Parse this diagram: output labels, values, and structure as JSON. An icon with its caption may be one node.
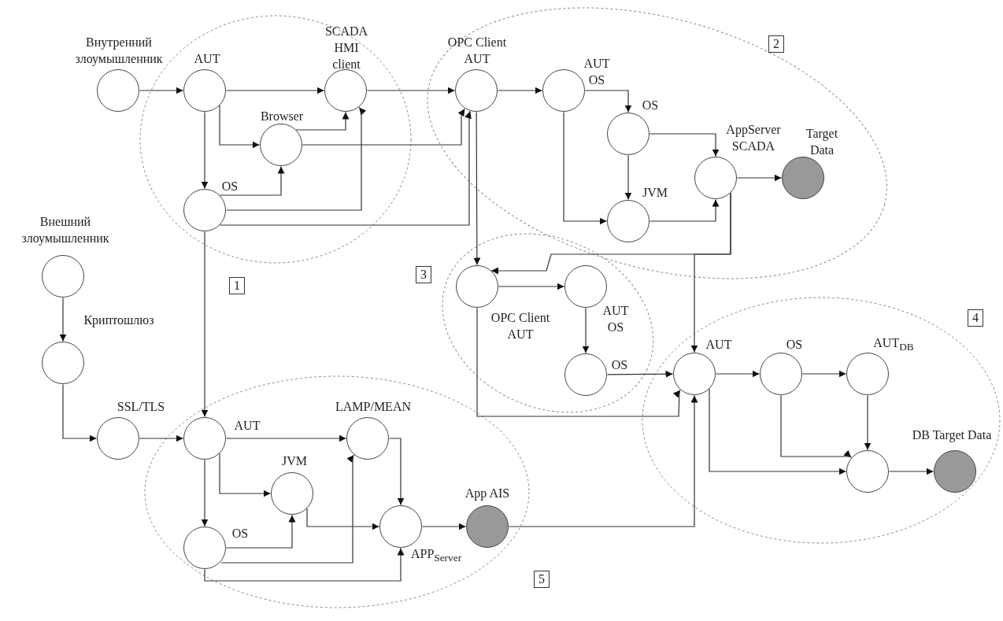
{
  "diagram": {
    "nodes": [
      {
        "text": [
          "Внутренний злоумышленник"
        ]
      },
      {
        "text": [],
        "shape": "ellipse"
      },
      {
        "text": [
          "AUT"
        ],
        "in": 1
      },
      {
        "text": [
          "SCADA HMI client"
        ],
        "in": 1
      },
      {
        "text": [
          "Browser"
        ],
        "in": 1
      },
      {
        "text": [
          "OS"
        ],
        "in": 1
      },
      {
        "text": [],
        "shape": "ellipse"
      },
      {
        "text": [
          "OPC Client AUT"
        ],
        "in": 6
      },
      {
        "text": [
          "AUT OS"
        ],
        "in": 6
      },
      {
        "text": [
          "OS"
        ],
        "in": 6
      },
      {
        "text": [
          "AppServer SCADA"
        ],
        "in": 6
      },
      {
        "text": [
          "Target Data"
        ],
        "in": 6
      },
      {
        "text": [
          "JVM"
        ],
        "in": 6
      },
      {
        "text": [
          "Внешний злоумышленник"
        ]
      },
      {
        "text": [],
        "shape": "ellipse"
      },
      {
        "text": [
          "OPC Client AUT"
        ],
        "in": 14
      },
      {
        "text": [
          "AUT OS"
        ],
        "in": 14
      },
      {
        "text": [
          "OS"
        ],
        "in": 14
      },
      {
        "text": [
          "Криптошлюз"
        ]
      },
      {
        "text": [],
        "shape": "ellipse"
      },
      {
        "text": [
          "AUT"
        ],
        "in": 19
      },
      {
        "text": [
          "OS"
        ],
        "in": 19
      },
      {
        "text": [
          "AUT$_{DB}$"
        ],
        "in": 19
      },
      {
        "text": [],
        "shape": "circle",
        "in": 19
      },
      {
        "text": [
          "DB Target Data"
        ],
        "in": 19
      },
      {
        "text": [
          "SSL/TLS"
        ]
      },
      {
        "text": [],
        "shape": "ellipse"
      },
      {
        "text": [
          "AUT"
        ],
        "in": 26
      },
      {
        "text": [
          "LAMP/MEAN"
        ],
        "in": 26
      },
      {
        "text": [
          "JVM"
        ],
        "in": 26
      },
      {
        "text": [
          "OS"
        ],
        "in": 26
      },
      {
        "text": [
          "APP$_{Server}$"
        ],
        "in": 26
      },
      {
        "text": [
          "App AIS"
        ],
        "in": 26
      }
    ],
    "edges": [
      {
        "from": 0,
        "to": 2,
        "arrow": "to"
      },
      {
        "from": 2,
        "to": 3,
        "arrow": "to"
      },
      {
        "from": 2,
        "to": 4,
        "arrow": "to"
      },
      {
        "from": 2,
        "to": 5,
        "arrow": "to"
      },
      {
        "from": 4,
        "to": 3,
        "arrow": "to"
      },
      {
        "from": 4,
        "to": 7,
        "arrow": "to"
      },
      {
        "from": 5,
        "to": 4,
        "arrow": "to"
      },
      {
        "from": 5,
        "to": 3,
        "arrow": "to"
      },
      {
        "from": 5,
        "to": 7,
        "arrow": "to"
      },
      {
        "from": 3,
        "to": 7,
        "arrow": "to"
      },
      {
        "from": 7,
        "to": 8,
        "arrow": "to"
      },
      {
        "from": 8,
        "to": 9,
        "arrow": "to"
      },
      {
        "from": 8,
        "to": 12,
        "arrow": "to"
      },
      {
        "from": 9,
        "to": 12,
        "arrow": "to"
      },
      {
        "from": 9,
        "to": 10,
        "arrow": "to"
      },
      {
        "from": 12,
        "to": 10,
        "arrow": "to"
      },
      {
        "from": 10,
        "to": 11,
        "arrow": "to"
      },
      {
        "from": 7,
        "to": 15,
        "arrow": "to"
      },
      {
        "from": 10,
        "to": 15,
        "arrow": "to"
      },
      {
        "from": 10,
        "to": 20,
        "arrow": "to"
      },
      {
        "from": 15,
        "to": 16,
        "arrow": "to"
      },
      {
        "from": 16,
        "to": 17,
        "arrow": "to"
      },
      {
        "from": 17,
        "to": 20,
        "arrow": "to"
      },
      {
        "from": 15,
        "to": 20,
        "arrow": "to"
      },
      {
        "from": 32,
        "to": 20,
        "arrow": "to"
      },
      {
        "from": 20,
        "to": 21,
        "arrow": "to"
      },
      {
        "from": 21,
        "to": 22,
        "arrow": "to"
      },
      {
        "from": 22,
        "to": 23,
        "arrow": "to"
      },
      {
        "from": 21,
        "to": 23,
        "arrow": "to"
      },
      {
        "from": 20,
        "to": 23,
        "arrow": "to"
      },
      {
        "from": 23,
        "to": 24,
        "arrow": "to"
      },
      {
        "from": 13,
        "to": 18,
        "arrow": "to"
      },
      {
        "from": 18,
        "to": 25,
        "arrow": "to"
      },
      {
        "from": 25,
        "to": 27,
        "arrow": "to"
      },
      {
        "from": 5,
        "to": 27,
        "arrow": "to"
      },
      {
        "from": 27,
        "to": 28,
        "arrow": "to"
      },
      {
        "from": 27,
        "to": 29,
        "arrow": "to"
      },
      {
        "from": 27,
        "to": 30,
        "arrow": "to"
      },
      {
        "from": 30,
        "to": 29,
        "arrow": "to"
      },
      {
        "from": 30,
        "to": 28,
        "arrow": "to"
      },
      {
        "from": 30,
        "to": 31,
        "arrow": "to"
      },
      {
        "from": 29,
        "to": 31,
        "arrow": "to"
      },
      {
        "from": 28,
        "to": 31,
        "arrow": "to"
      },
      {
        "from": 31,
        "to": 32,
        "arrow": "to"
      }
    ],
    "labels": [
      "2",
      "3",
      "1",
      "4",
      "5"
    ]
  }
}
